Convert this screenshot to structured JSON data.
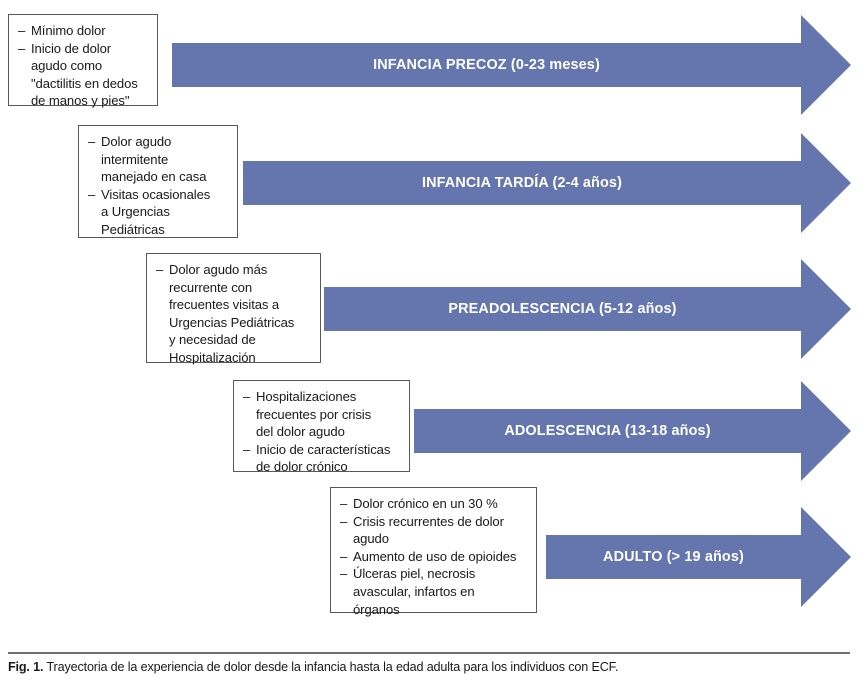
{
  "figure": {
    "caption_label": "Fig. 1.",
    "caption_text": "Trayectoria de la experiencia de dolor desde la infancia hasta la edad adulta para los individuos con ECF.",
    "arrow_color": "#6476ad",
    "arrow_text_color": "#ffffff",
    "box_border_color": "#58585a",
    "box_text_color": "#1a1a1a",
    "rule_color": "#6f6f72"
  },
  "stages": [
    {
      "arrow_label": "INFANCIA PRECOZ (0-23 meses)",
      "bullets": [
        "Mínimo dolor",
        "Inicio de dolor\nagudo como\n\"dactilitis en dedos\nde manos y pies\""
      ]
    },
    {
      "arrow_label": "INFANCIA TARDÍA (2-4 años)",
      "bullets": [
        "Dolor agudo\nintermitente\nmanejado en casa",
        "Visitas ocasionales\na Urgencias\nPediátricas"
      ]
    },
    {
      "arrow_label": "PREADOLESCENCIA (5-12 años)",
      "bullets": [
        "Dolor agudo más\nrecurrente con\nfrecuentes visitas a\nUrgencias Pediátricas\ny necesidad de\nHospitalización"
      ]
    },
    {
      "arrow_label": "ADOLESCENCIA (13-18 años)",
      "bullets": [
        "Hospitalizaciones\nfrecuentes por crisis\ndel dolor agudo",
        "Inicio de características\nde dolor crónico"
      ]
    },
    {
      "arrow_label": "ADULTO (> 19 años)",
      "bullets": [
        "Dolor crónico en un 30 %",
        "Crisis recurrentes de dolor\nagudo",
        "Aumento de uso de opioides",
        "Úlceras piel, necrosis\navascular, infartos en\nórganos"
      ]
    }
  ],
  "dash_glyph": "–"
}
